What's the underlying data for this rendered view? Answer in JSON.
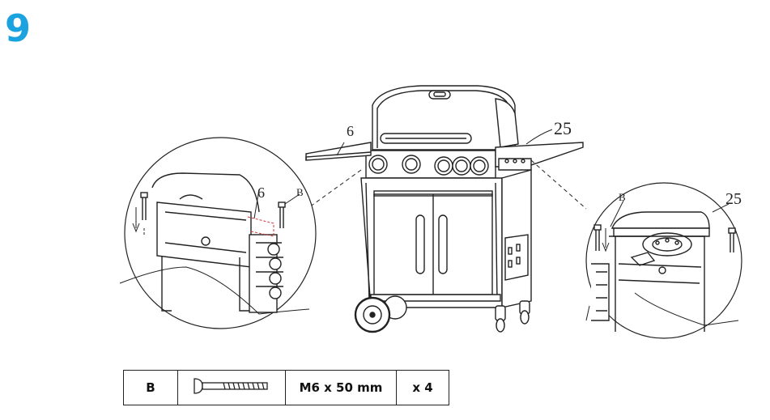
{
  "step": {
    "number": "9"
  },
  "main_view": {
    "labels": {
      "side_shelf_left": "6",
      "side_shelf_right": "25"
    }
  },
  "detail_left": {
    "labels": {
      "shelf": "6",
      "bolt": "B"
    }
  },
  "detail_right": {
    "labels": {
      "bolt": "B",
      "shelf": "25"
    }
  },
  "parts": [
    {
      "id": "B",
      "size": "M6 x 50 mm",
      "qty": "x 4",
      "icon": "bolt-icon"
    }
  ],
  "colors": {
    "accent": "#1aa3df",
    "line": "#222222"
  }
}
